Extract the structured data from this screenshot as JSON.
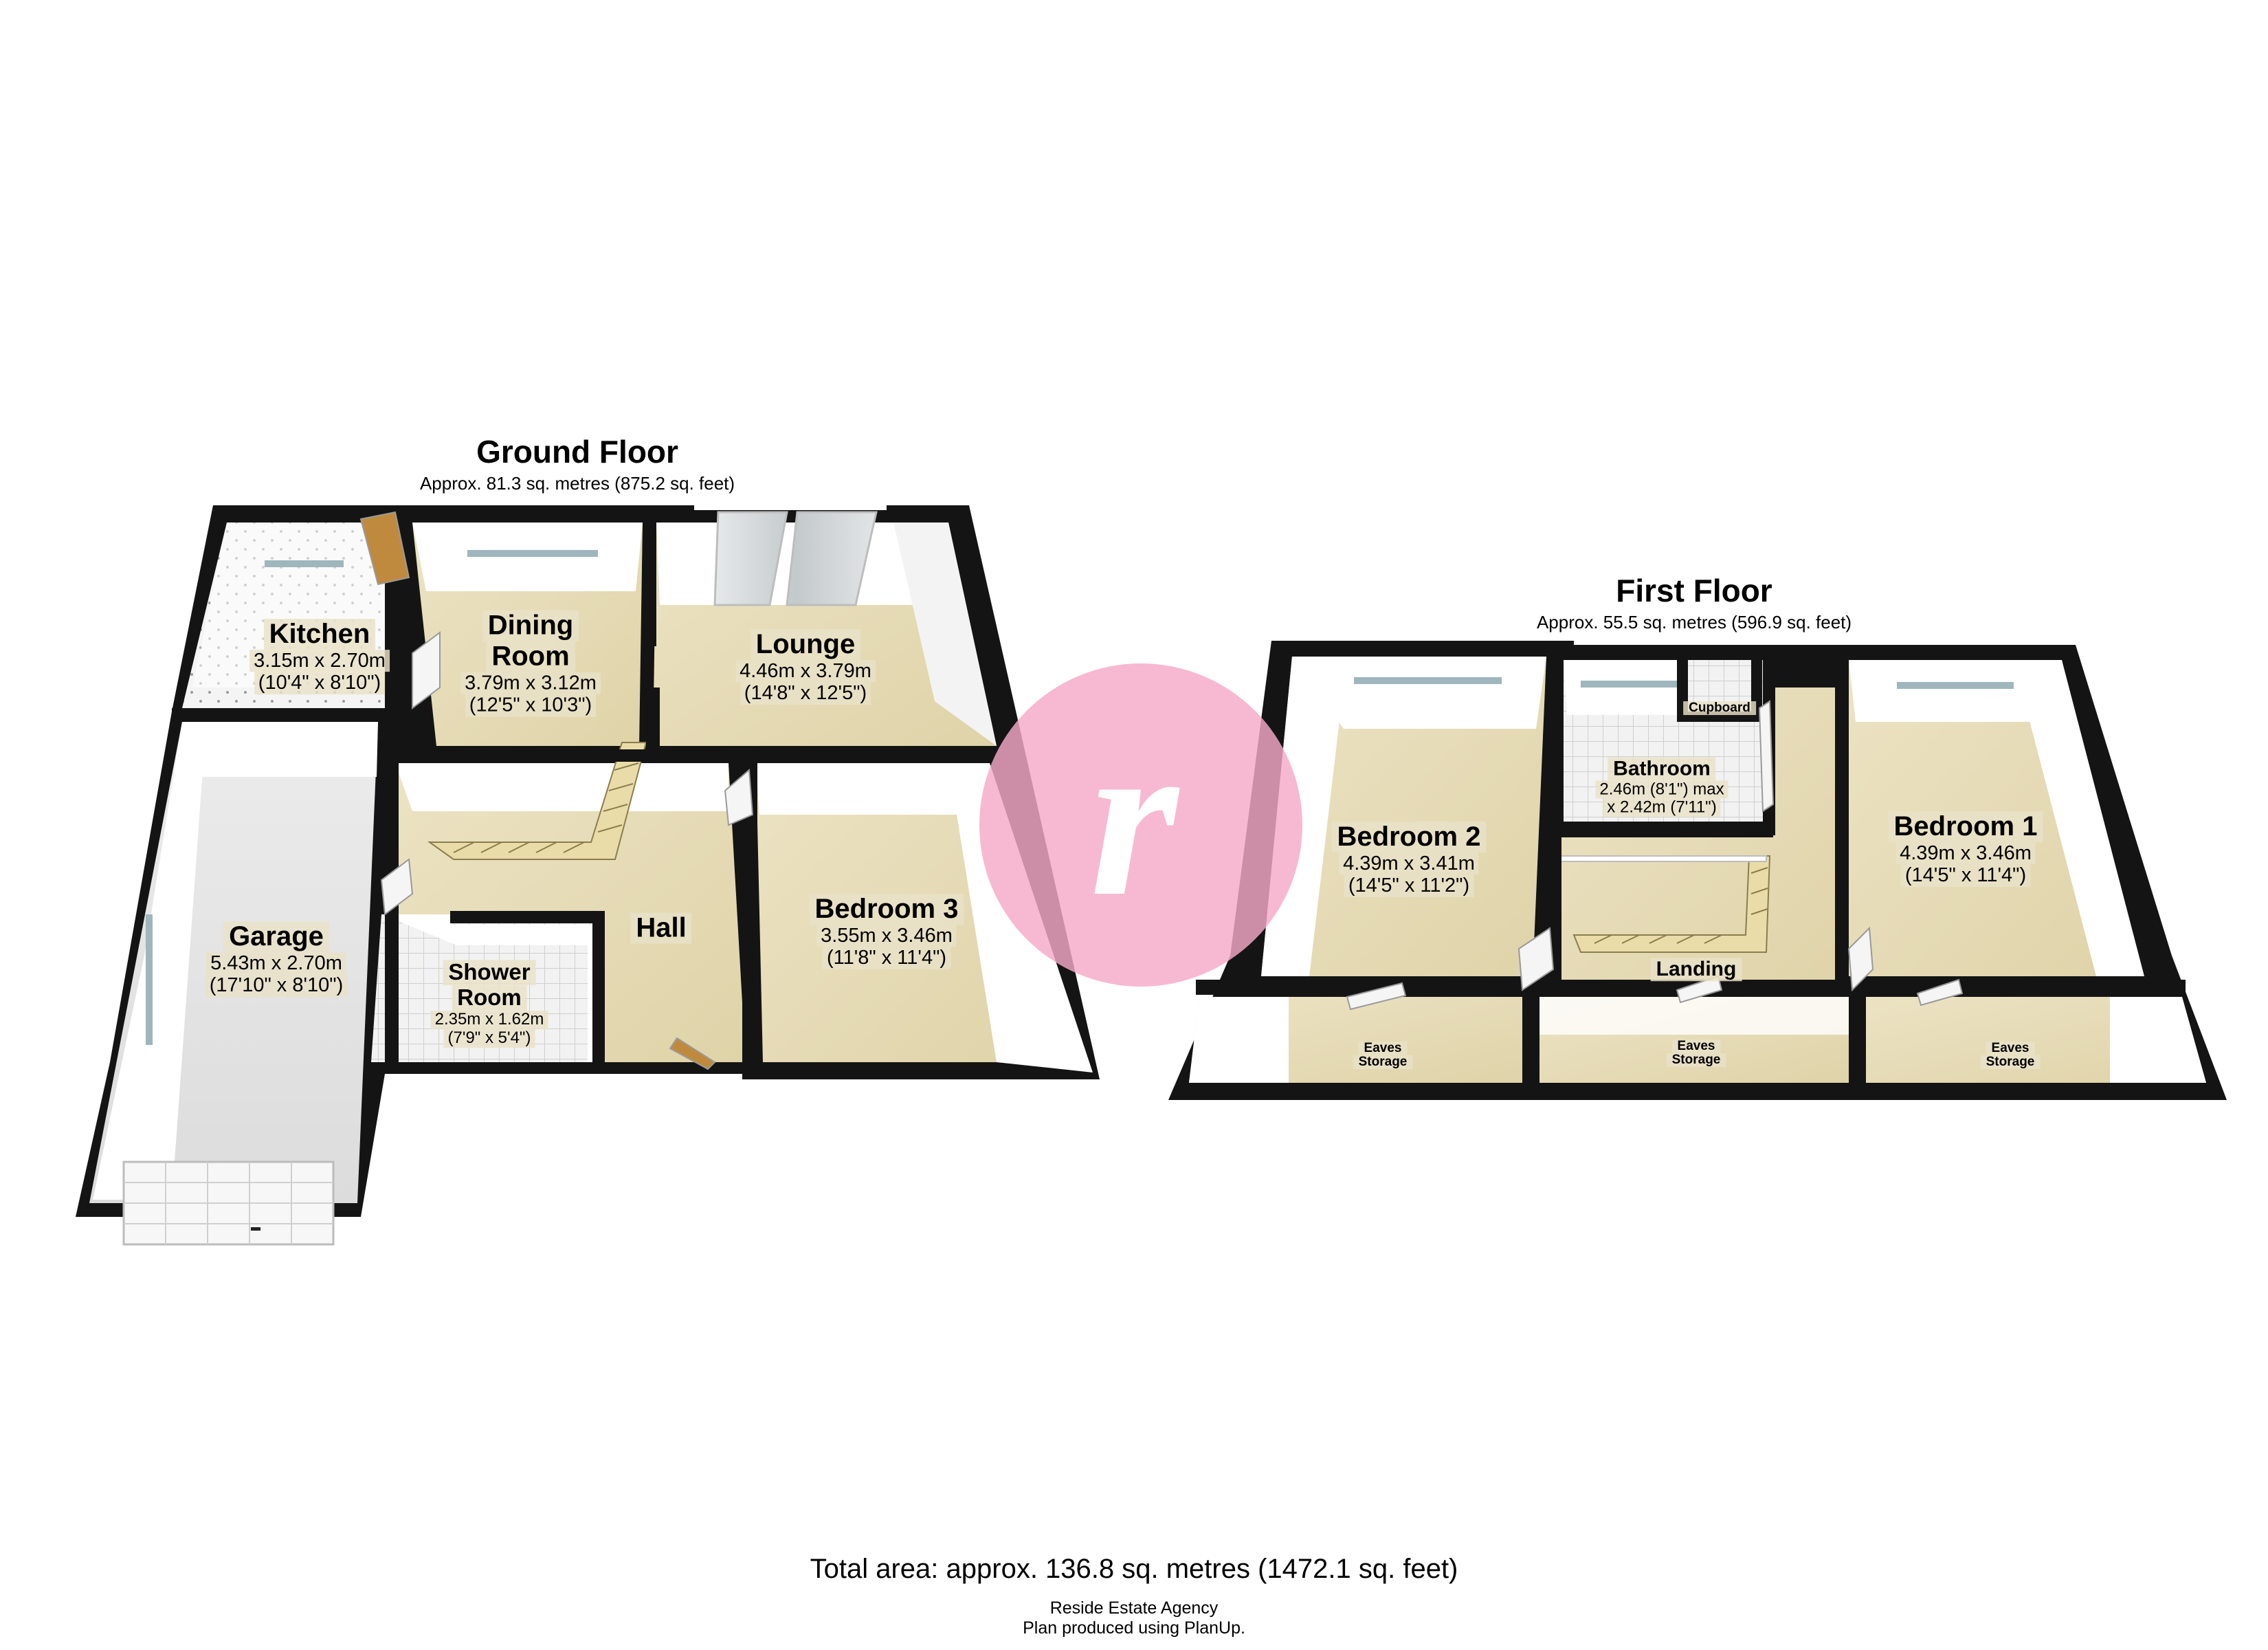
{
  "ground_floor": {
    "title": "Ground Floor",
    "area": "Approx. 81.3 sq. metres (875.2 sq. feet)",
    "rooms": {
      "kitchen": {
        "name": "Kitchen",
        "dim_m": "3.15m x 2.70m",
        "dim_ft": "(10'4\" x 8'10\")"
      },
      "dining": {
        "name_1": "Dining",
        "name_2": "Room",
        "dim_m": "3.79m x 3.12m",
        "dim_ft": "(12'5\" x 10'3\")"
      },
      "lounge": {
        "name": "Lounge",
        "dim_m": "4.46m x 3.79m",
        "dim_ft": "(14'8\" x 12'5\")"
      },
      "garage": {
        "name": "Garage",
        "dim_m": "5.43m x 2.70m",
        "dim_ft": "(17'10\" x 8'10\")"
      },
      "shower": {
        "name_1": "Shower",
        "name_2": "Room",
        "dim_m": "2.35m x 1.62m",
        "dim_ft": "(7'9\" x 5'4\")"
      },
      "hall": {
        "name": "Hall"
      },
      "bedroom3": {
        "name": "Bedroom 3",
        "dim_m": "3.55m x 3.46m",
        "dim_ft": "(11'8\" x 11'4\")"
      }
    }
  },
  "first_floor": {
    "title": "First Floor",
    "area": "Approx. 55.5 sq. metres (596.9 sq. feet)",
    "rooms": {
      "bedroom2": {
        "name": "Bedroom 2",
        "dim_m": "4.39m x 3.41m",
        "dim_ft": "(14'5\" x 11'2\")"
      },
      "bathroom": {
        "name": "Bathroom",
        "dim_1": "2.46m (8'1\") max",
        "dim_2": "x 2.42m (7'11\")"
      },
      "cupboard": {
        "name": "Cupboard"
      },
      "bedroom1": {
        "name": "Bedroom 1",
        "dim_m": "4.39m x 3.46m",
        "dim_ft": "(14'5\" x 11'4\")"
      },
      "landing": {
        "name": "Landing"
      },
      "eaves_left": {
        "name_1": "Eaves",
        "name_2": "Storage"
      },
      "eaves_mid": {
        "name_1": "Eaves",
        "name_2": "Storage"
      },
      "eaves_right": {
        "name_1": "Eaves",
        "name_2": "Storage"
      }
    }
  },
  "footer": {
    "total_area": "Total area: approx. 136.8 sq. metres (1472.1 sq. feet)",
    "agency": "Reside Estate Agency",
    "credit": "Plan produced using PlanUp."
  },
  "watermark": {
    "letter": "r",
    "color": "#f5a9c8"
  },
  "colors": {
    "floor": "#e6dcb8",
    "tile": "#efefef",
    "wall_top": "#111111",
    "wall_face": "#ffffff",
    "stair": "#e9dca8"
  }
}
